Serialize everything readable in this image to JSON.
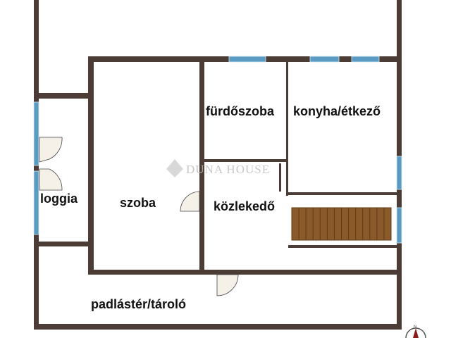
{
  "rooms": {
    "bathroom": "fürdőszoba",
    "kitchen": "konyha/étkező",
    "loggia": "loggia",
    "room": "szoba",
    "hallway": "közlekedő",
    "attic": "padlástér/tároló"
  },
  "watermark": "DUNA HOUSE",
  "compass": "N",
  "colors": {
    "wall": "#4b3d35",
    "window": "#5a9bc4",
    "stairs": "#8a5a2a",
    "door": "#f6f1e8"
  }
}
